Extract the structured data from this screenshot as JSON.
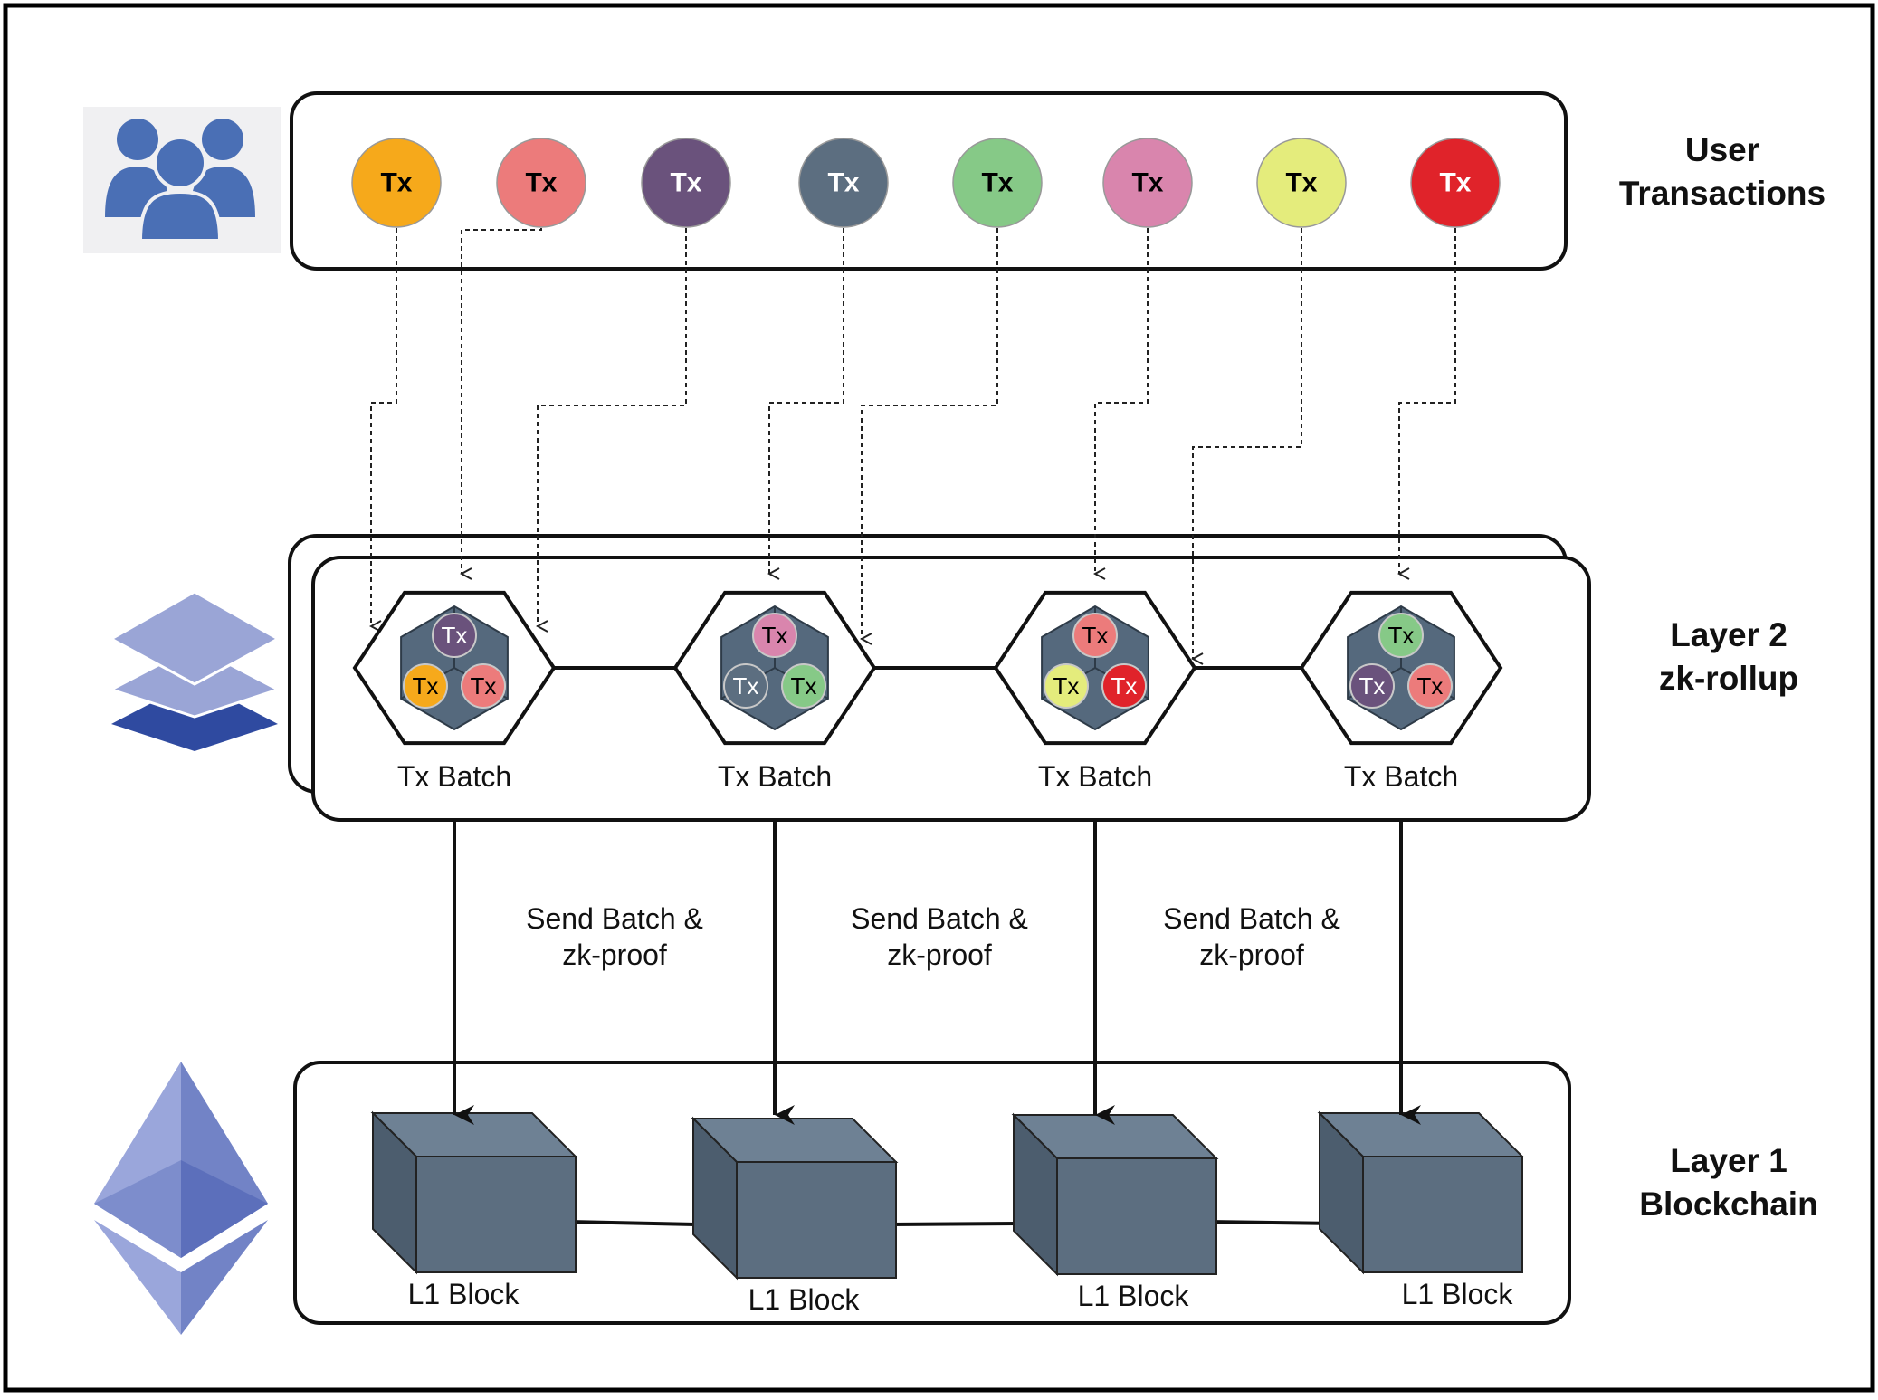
{
  "labels": {
    "user_transactions": [
      "User",
      "Transactions"
    ],
    "layer2": [
      "Layer 2",
      "zk-rollup"
    ],
    "layer1": [
      "Layer 1",
      "Blockchain"
    ]
  },
  "tx_label": "Tx",
  "transactions": [
    {
      "fill": "#f6a91b",
      "text_color": "#000000"
    },
    {
      "fill": "#ec7b7b",
      "text_color": "#000000"
    },
    {
      "fill": "#6a527c",
      "text_color": "#ffffff"
    },
    {
      "fill": "#5c6e80",
      "text_color": "#ffffff"
    },
    {
      "fill": "#86c987",
      "text_color": "#000000"
    },
    {
      "fill": "#d985ad",
      "text_color": "#000000"
    },
    {
      "fill": "#e4ec7c",
      "text_color": "#000000"
    },
    {
      "fill": "#e0232a",
      "text_color": "#ffffff"
    }
  ],
  "batch_label": "Tx Batch",
  "batches": [
    {
      "txs": [
        2,
        0,
        1
      ]
    },
    {
      "txs": [
        5,
        3,
        4
      ]
    },
    {
      "txs": [
        1,
        6,
        7
      ]
    },
    {
      "txs": [
        4,
        2,
        1
      ]
    }
  ],
  "send_label": [
    "Send Batch &",
    "zk-proof"
  ],
  "block_label": "L1 Block",
  "icons": {
    "users": "users-group-icon",
    "layers": "layers-stack-icon",
    "ethereum": "ethereum-icon"
  },
  "colors": {
    "block": "#5c6e80",
    "hex_inner": "#55697d",
    "layers_light": "#9aa5d6",
    "layers_dark": "#2f4aa0",
    "users": "#4a6fb5",
    "eth": "#8090cc"
  }
}
